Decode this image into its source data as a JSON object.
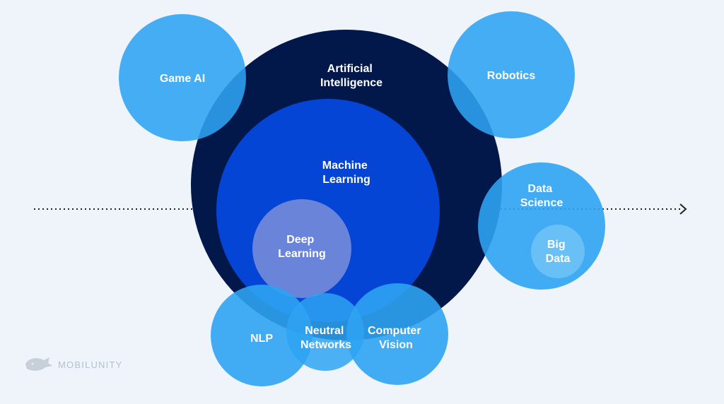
{
  "diagram": {
    "nodes": {
      "artificial_intelligence": {
        "line1": "Artificial",
        "line2": "Intelligence",
        "color": "#03184a"
      },
      "machine_learning": {
        "line1": "Machine",
        "line2": "Learning",
        "color": "#0545d6"
      },
      "deep_learning": {
        "line1": "Deep",
        "line2": "Learning",
        "color": "#6f88d8"
      },
      "game_ai": {
        "line1": "Game AI",
        "color": "#2ea3f2"
      },
      "robotics": {
        "line1": "Robotics",
        "color": "#2ea3f2"
      },
      "data_science": {
        "line1": "Data",
        "line2": "Science",
        "color": "#2ea3f2"
      },
      "big_data": {
        "line1": "Big",
        "line2": "Data",
        "color": "#6cc1f7"
      },
      "nlp": {
        "line1": "NLP",
        "color": "#2ea3f2"
      },
      "neural_networks": {
        "line1": "Neutral",
        "line2": "Networks",
        "color": "#2ea3f2"
      },
      "computer_vision": {
        "line1": "Computer",
        "line2": "Vision",
        "color": "#2ea3f2"
      }
    }
  },
  "brand": {
    "name": "MOBILUNITY",
    "icon": "whale-icon"
  },
  "colors": {
    "background": "#eef4fa",
    "arrow": "#222222"
  }
}
